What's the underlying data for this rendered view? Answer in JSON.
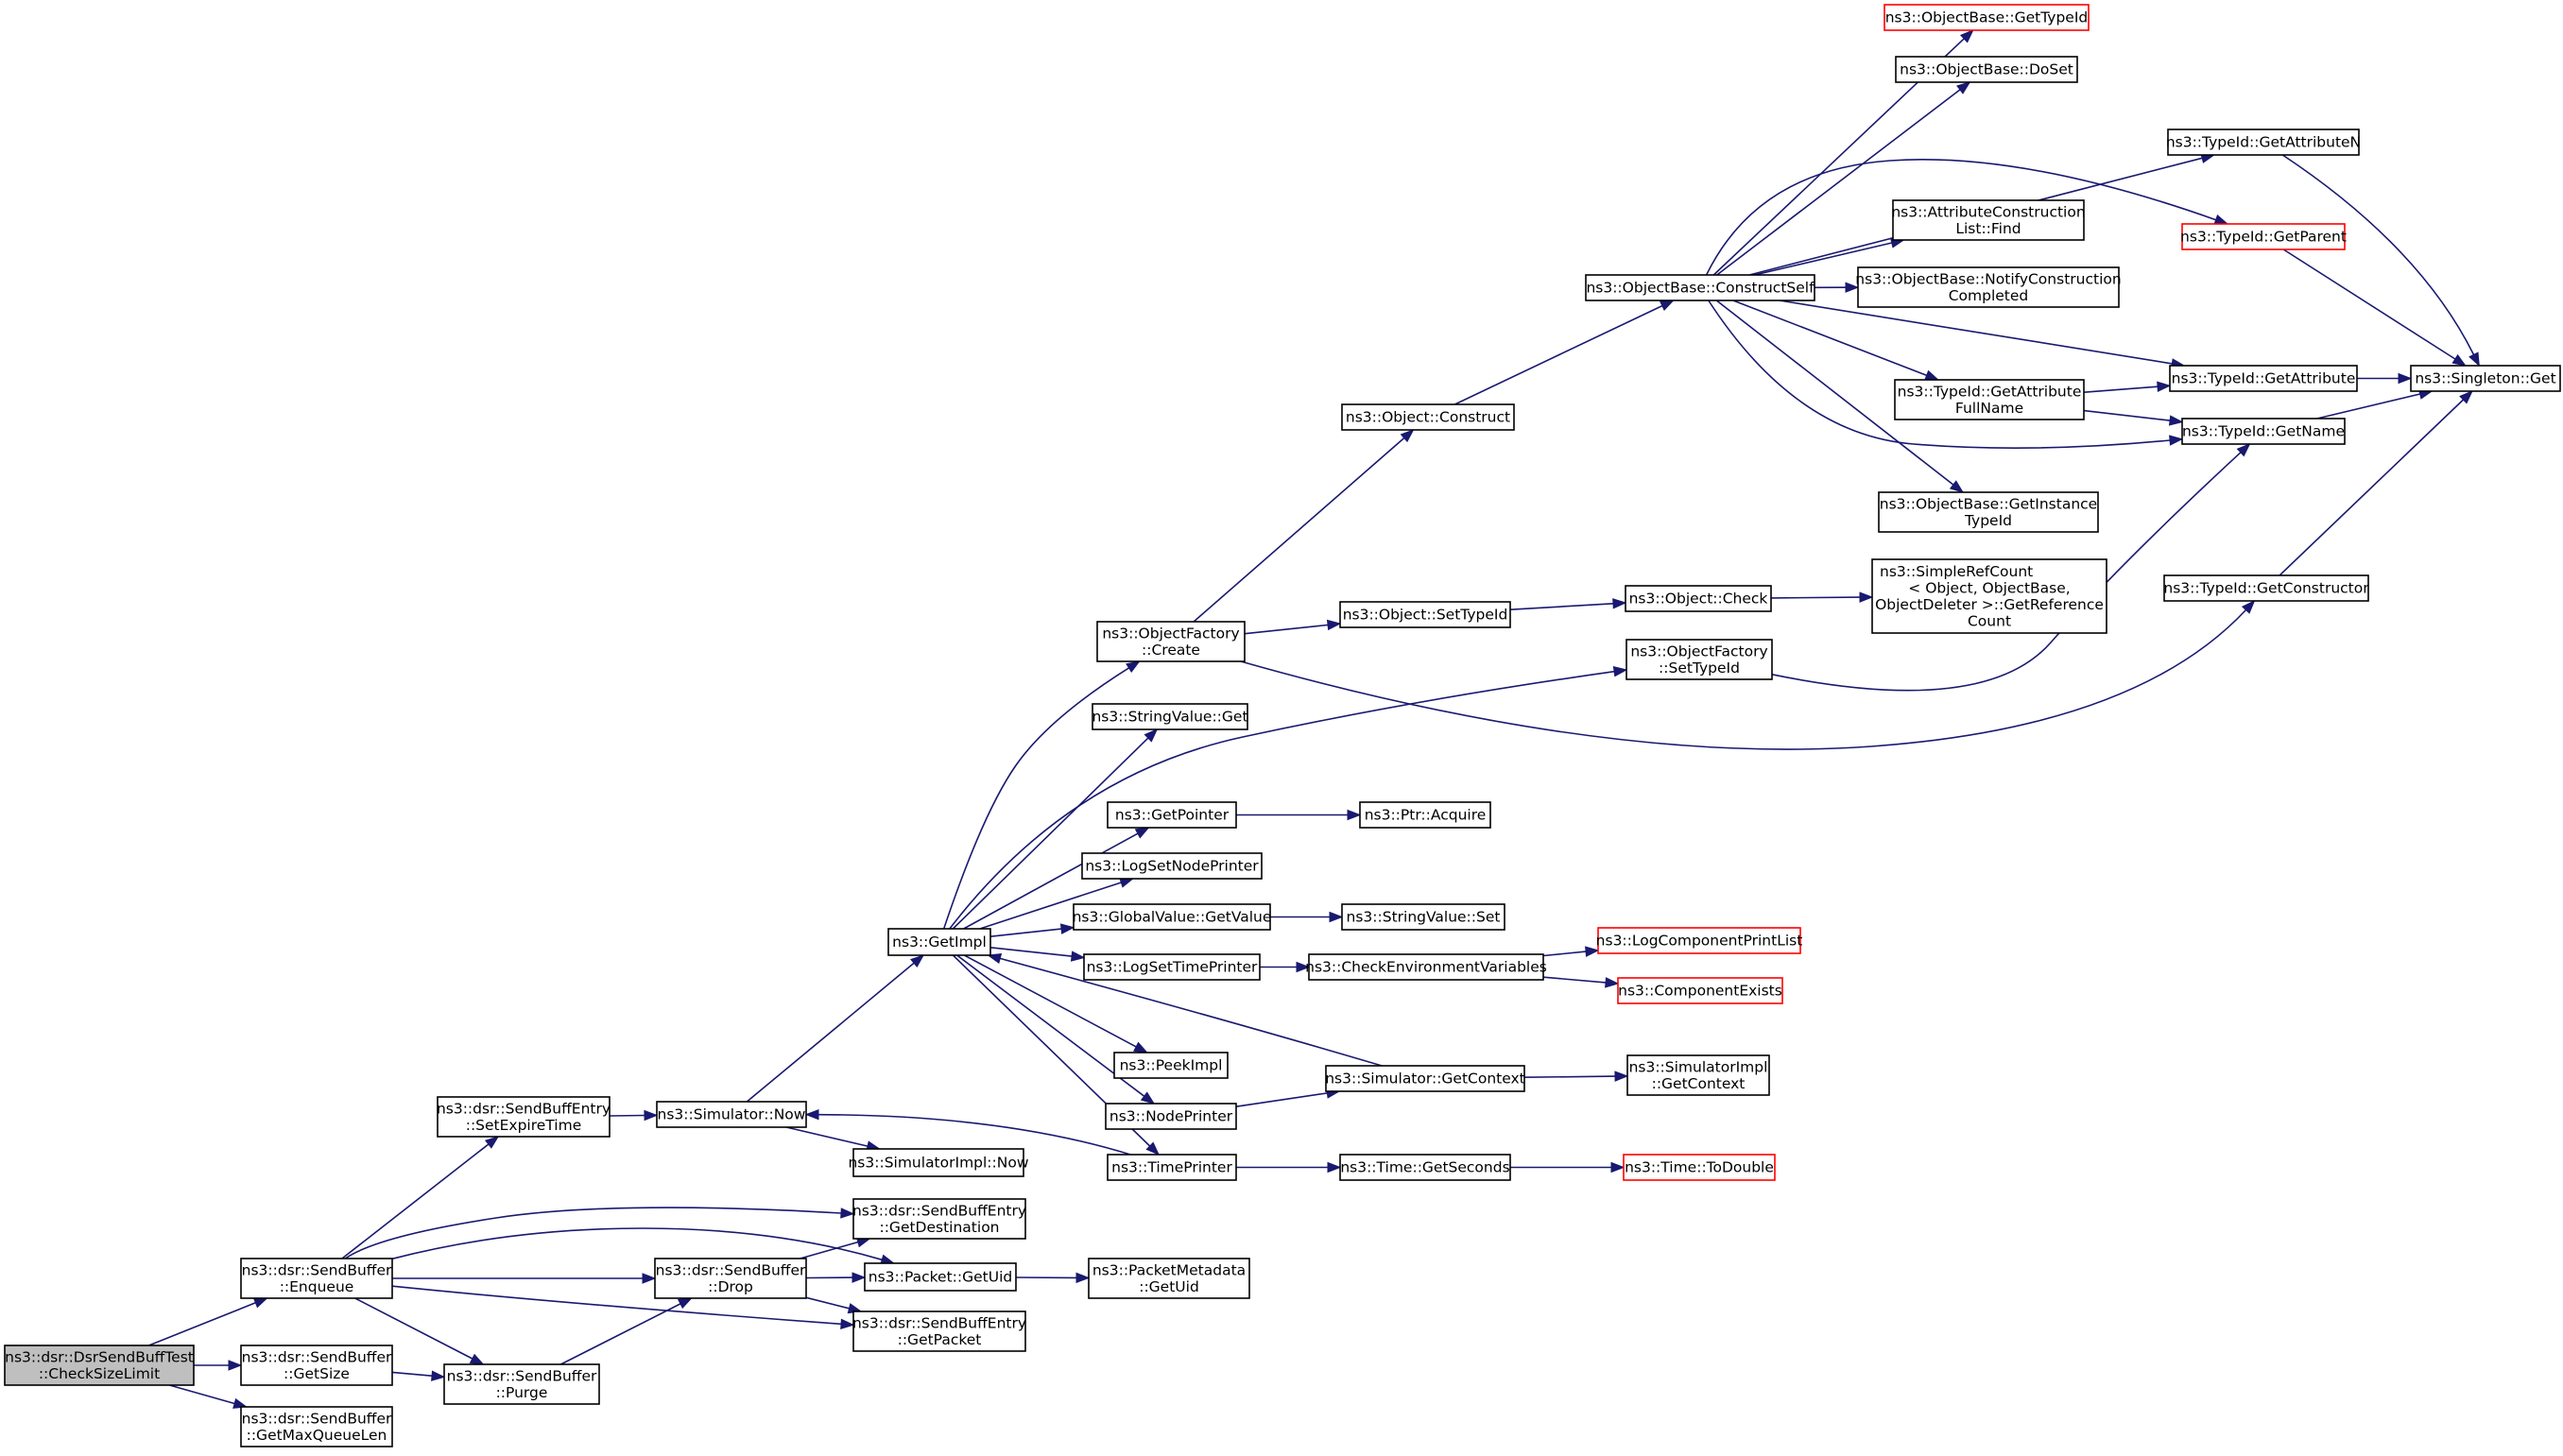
{
  "colors": {
    "edge": "#191970",
    "node_border": "#000000",
    "missing_node_border": "#ff0000",
    "root_node_fill": "#bfbfbf",
    "background": "#ffffff"
  },
  "nodes": [
    {
      "id": "root",
      "lines": [
        "ns3::dsr::DsrSendBuffTest",
        "::CheckSizeLimit"
      ],
      "style": "root"
    },
    {
      "id": "enqueue",
      "lines": [
        "ns3::dsr::SendBuffer",
        "::Enqueue"
      ],
      "style": "normal"
    },
    {
      "id": "getsize",
      "lines": [
        "ns3::dsr::SendBuffer",
        "::GetSize"
      ],
      "style": "normal"
    },
    {
      "id": "getmaxq",
      "lines": [
        "ns3::dsr::SendBuffer",
        "::GetMaxQueueLen"
      ],
      "style": "normal"
    },
    {
      "id": "setexpire",
      "lines": [
        "ns3::dsr::SendBuffEntry",
        "::SetExpireTime"
      ],
      "style": "normal"
    },
    {
      "id": "getdest",
      "lines": [
        "ns3::dsr::SendBuffEntry",
        "::GetDestination"
      ],
      "style": "normal"
    },
    {
      "id": "drop",
      "lines": [
        "ns3::dsr::SendBuffer",
        "::Drop"
      ],
      "style": "normal"
    },
    {
      "id": "pktgetuid",
      "lines": [
        "ns3::Packet::GetUid"
      ],
      "style": "normal"
    },
    {
      "id": "getpacket",
      "lines": [
        "ns3::dsr::SendBuffEntry",
        "::GetPacket"
      ],
      "style": "normal"
    },
    {
      "id": "purge",
      "lines": [
        "ns3::dsr::SendBuffer",
        "::Purge"
      ],
      "style": "normal"
    },
    {
      "id": "pmgetuid",
      "lines": [
        "ns3::PacketMetadata",
        "::GetUid"
      ],
      "style": "normal"
    },
    {
      "id": "simnow",
      "lines": [
        "ns3::Simulator::Now"
      ],
      "style": "normal"
    },
    {
      "id": "simimplnow",
      "lines": [
        "ns3::SimulatorImpl::Now"
      ],
      "style": "normal"
    },
    {
      "id": "getimpl",
      "lines": [
        "ns3::GetImpl"
      ],
      "style": "normal"
    },
    {
      "id": "ofcreate",
      "lines": [
        "ns3::ObjectFactory",
        "::Create"
      ],
      "style": "normal"
    },
    {
      "id": "strvalget",
      "lines": [
        "ns3::StringValue::Get"
      ],
      "style": "normal"
    },
    {
      "id": "getpointer",
      "lines": [
        "ns3::GetPointer"
      ],
      "style": "normal"
    },
    {
      "id": "lognodeprinter",
      "lines": [
        "ns3::LogSetNodePrinter"
      ],
      "style": "normal"
    },
    {
      "id": "gvgetvalue",
      "lines": [
        "ns3::GlobalValue::GetValue"
      ],
      "style": "normal"
    },
    {
      "id": "logtimeprinter",
      "lines": [
        "ns3::LogSetTimePrinter"
      ],
      "style": "normal"
    },
    {
      "id": "peekimpl",
      "lines": [
        "ns3::PeekImpl"
      ],
      "style": "normal"
    },
    {
      "id": "nodeprinter",
      "lines": [
        "ns3::NodePrinter"
      ],
      "style": "normal"
    },
    {
      "id": "timeprinter",
      "lines": [
        "ns3::TimePrinter"
      ],
      "style": "normal"
    },
    {
      "id": "ptracquire",
      "lines": [
        "ns3::Ptr::Acquire"
      ],
      "style": "normal"
    },
    {
      "id": "strvalset",
      "lines": [
        "ns3::StringValue::Set"
      ],
      "style": "normal"
    },
    {
      "id": "checkenv",
      "lines": [
        "ns3::CheckEnvironmentVariables"
      ],
      "style": "normal"
    },
    {
      "id": "simgetcontext",
      "lines": [
        "ns3::Simulator::GetContext"
      ],
      "style": "normal"
    },
    {
      "id": "timegetsec",
      "lines": [
        "ns3::Time::GetSeconds"
      ],
      "style": "normal"
    },
    {
      "id": "objconstruct",
      "lines": [
        "ns3::Object::Construct"
      ],
      "style": "normal"
    },
    {
      "id": "objsettypeid",
      "lines": [
        "ns3::Object::SetTypeId"
      ],
      "style": "normal"
    },
    {
      "id": "ofsettypeid",
      "lines": [
        "ns3::ObjectFactory",
        "::SetTypeId"
      ],
      "style": "normal"
    },
    {
      "id": "objcheck",
      "lines": [
        "ns3::Object::Check"
      ],
      "style": "normal"
    },
    {
      "id": "logcomplist",
      "lines": [
        "ns3::LogComponentPrintList"
      ],
      "style": "missing"
    },
    {
      "id": "compexists",
      "lines": [
        "ns3::ComponentExists"
      ],
      "style": "missing"
    },
    {
      "id": "simimplgetctx",
      "lines": [
        "ns3::SimulatorImpl",
        "::GetContext"
      ],
      "style": "normal"
    },
    {
      "id": "todouble",
      "lines": [
        "ns3::Time::ToDouble"
      ],
      "style": "missing"
    },
    {
      "id": "constructself",
      "lines": [
        "ns3::ObjectBase::ConstructSelf"
      ],
      "style": "normal"
    },
    {
      "id": "simplerefcount",
      "lines": [
        "ns3::SimpleRefCount",
        "< Object, ObjectBase,",
        " ObjectDeleter >::GetReference",
        "Count"
      ],
      "style": "normal"
    },
    {
      "id": "obgettypeid",
      "lines": [
        "ns3::ObjectBase::GetTypeId"
      ],
      "style": "missing"
    },
    {
      "id": "obdoset",
      "lines": [
        "ns3::ObjectBase::DoSet"
      ],
      "style": "normal"
    },
    {
      "id": "aclistfind",
      "lines": [
        "ns3::AttributeConstruction",
        "List::Find"
      ],
      "style": "normal"
    },
    {
      "id": "obnotify",
      "lines": [
        "ns3::ObjectBase::NotifyConstruction",
        "Completed"
      ],
      "style": "normal"
    },
    {
      "id": "tidgetattrfull",
      "lines": [
        "ns3::TypeId::GetAttribute",
        "FullName"
      ],
      "style": "normal"
    },
    {
      "id": "obgetinstance",
      "lines": [
        "ns3::ObjectBase::GetInstance",
        "TypeId"
      ],
      "style": "normal"
    },
    {
      "id": "tidgetattrn",
      "lines": [
        "ns3::TypeId::GetAttributeN"
      ],
      "style": "normal"
    },
    {
      "id": "tidgetparent",
      "lines": [
        "ns3::TypeId::GetParent"
      ],
      "style": "missing"
    },
    {
      "id": "tidgetattr",
      "lines": [
        "ns3::TypeId::GetAttribute"
      ],
      "style": "normal"
    },
    {
      "id": "tidgetname",
      "lines": [
        "ns3::TypeId::GetName"
      ],
      "style": "normal"
    },
    {
      "id": "tidgetctor",
      "lines": [
        "ns3::TypeId::GetConstructor"
      ],
      "style": "normal"
    },
    {
      "id": "singletonget",
      "lines": [
        "ns3::Singleton::Get"
      ],
      "style": "normal"
    }
  ],
  "edges": [
    [
      "root",
      "enqueue"
    ],
    [
      "root",
      "getsize"
    ],
    [
      "root",
      "getmaxq"
    ],
    [
      "enqueue",
      "setexpire"
    ],
    [
      "enqueue",
      "getdest"
    ],
    [
      "enqueue",
      "drop"
    ],
    [
      "enqueue",
      "pktgetuid"
    ],
    [
      "enqueue",
      "getpacket"
    ],
    [
      "enqueue",
      "purge"
    ],
    [
      "getsize",
      "purge"
    ],
    [
      "purge",
      "drop"
    ],
    [
      "drop",
      "getdest"
    ],
    [
      "drop",
      "pktgetuid"
    ],
    [
      "drop",
      "getpacket"
    ],
    [
      "pktgetuid",
      "pmgetuid"
    ],
    [
      "setexpire",
      "simnow"
    ],
    [
      "simnow",
      "getimpl"
    ],
    [
      "simnow",
      "simimplnow"
    ],
    [
      "getimpl",
      "ofcreate"
    ],
    [
      "getimpl",
      "strvalget"
    ],
    [
      "getimpl",
      "getpointer"
    ],
    [
      "getimpl",
      "lognodeprinter"
    ],
    [
      "getimpl",
      "gvgetvalue"
    ],
    [
      "getimpl",
      "logtimeprinter"
    ],
    [
      "getimpl",
      "peekimpl"
    ],
    [
      "getimpl",
      "nodeprinter"
    ],
    [
      "getimpl",
      "timeprinter"
    ],
    [
      "getimpl",
      "ofsettypeid"
    ],
    [
      "getpointer",
      "ptracquire"
    ],
    [
      "gvgetvalue",
      "strvalset"
    ],
    [
      "logtimeprinter",
      "checkenv"
    ],
    [
      "checkenv",
      "logcomplist"
    ],
    [
      "checkenv",
      "compexists"
    ],
    [
      "nodeprinter",
      "simgetcontext"
    ],
    [
      "simgetcontext",
      "getimpl"
    ],
    [
      "simgetcontext",
      "simimplgetctx"
    ],
    [
      "timeprinter",
      "simnow"
    ],
    [
      "timeprinter",
      "timegetsec"
    ],
    [
      "timegetsec",
      "todouble"
    ],
    [
      "ofcreate",
      "objconstruct"
    ],
    [
      "ofcreate",
      "objsettypeid"
    ],
    [
      "ofcreate",
      "tidgetctor"
    ],
    [
      "objsettypeid",
      "objcheck"
    ],
    [
      "objcheck",
      "simplerefcount"
    ],
    [
      "objconstruct",
      "constructself"
    ],
    [
      "constructself",
      "obgettypeid"
    ],
    [
      "constructself",
      "obdoset"
    ],
    [
      "constructself",
      "tidgetattrn"
    ],
    [
      "constructself",
      "tidgetparent"
    ],
    [
      "constructself",
      "aclistfind"
    ],
    [
      "constructself",
      "obnotify"
    ],
    [
      "constructself",
      "tidgetattr"
    ],
    [
      "constructself",
      "tidgetattrfull"
    ],
    [
      "constructself",
      "tidgetname"
    ],
    [
      "constructself",
      "obgetinstance"
    ],
    [
      "tidgetattrfull",
      "tidgetattr"
    ],
    [
      "tidgetattrfull",
      "tidgetname"
    ],
    [
      "ofsettypeid",
      "tidgetname"
    ],
    [
      "tidgetattrn",
      "singletonget"
    ],
    [
      "tidgetparent",
      "singletonget"
    ],
    [
      "tidgetattr",
      "singletonget"
    ],
    [
      "tidgetname",
      "singletonget"
    ],
    [
      "tidgetctor",
      "singletonget"
    ]
  ]
}
